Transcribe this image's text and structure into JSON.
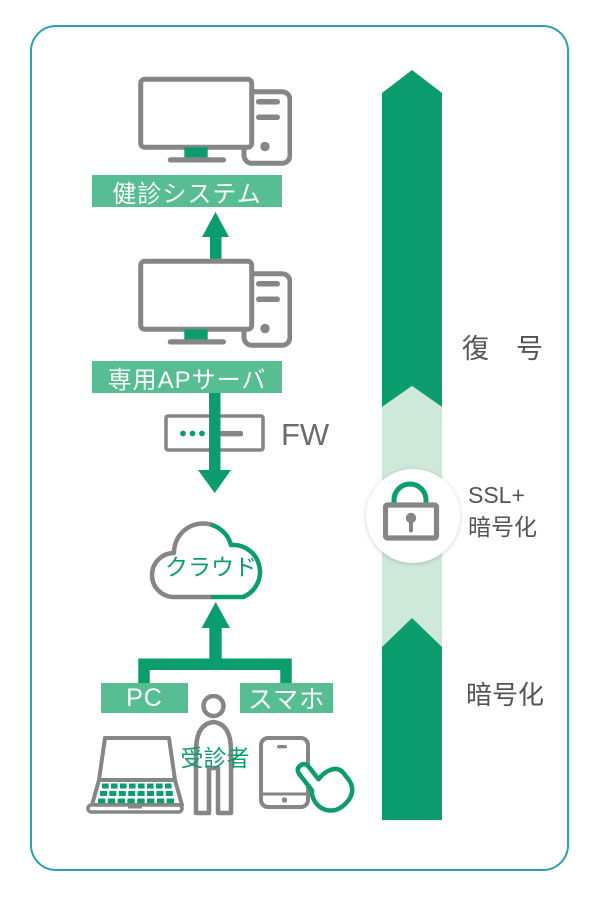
{
  "colors": {
    "green_dark": "#0c9d6f",
    "green_light": "#cee8da",
    "green_banner": "#57bd93",
    "frame_border": "#2aa1b1",
    "gray_icon": "#868686",
    "text_gray": "#545454"
  },
  "nodes": {
    "system_label": "健診システム",
    "ap_server_label": "専用APサーバ",
    "firewall_label": "FW",
    "cloud_label": "クラウド",
    "pc_label": "PC",
    "smartphone_label": "スマホ",
    "examinee_label": "受診者"
  },
  "band": {
    "decrypt_label": "復　号",
    "ssl_line1": "SSL+",
    "ssl_line2": "暗号化",
    "encrypt_label": "暗号化"
  },
  "icons": {
    "desktop_computer": "desktop-computer-icon",
    "firewall": "firewall-icon",
    "cloud": "cloud-icon",
    "person": "person-icon",
    "laptop": "laptop-icon",
    "smartphone": "smartphone-device-icon",
    "pointing_hand": "pointing-hand-icon",
    "lock": "lock-icon",
    "arrow_up": "up-arrow-icon",
    "arrow_down": "down-arrow-icon",
    "bracket": "bracket-connector"
  }
}
